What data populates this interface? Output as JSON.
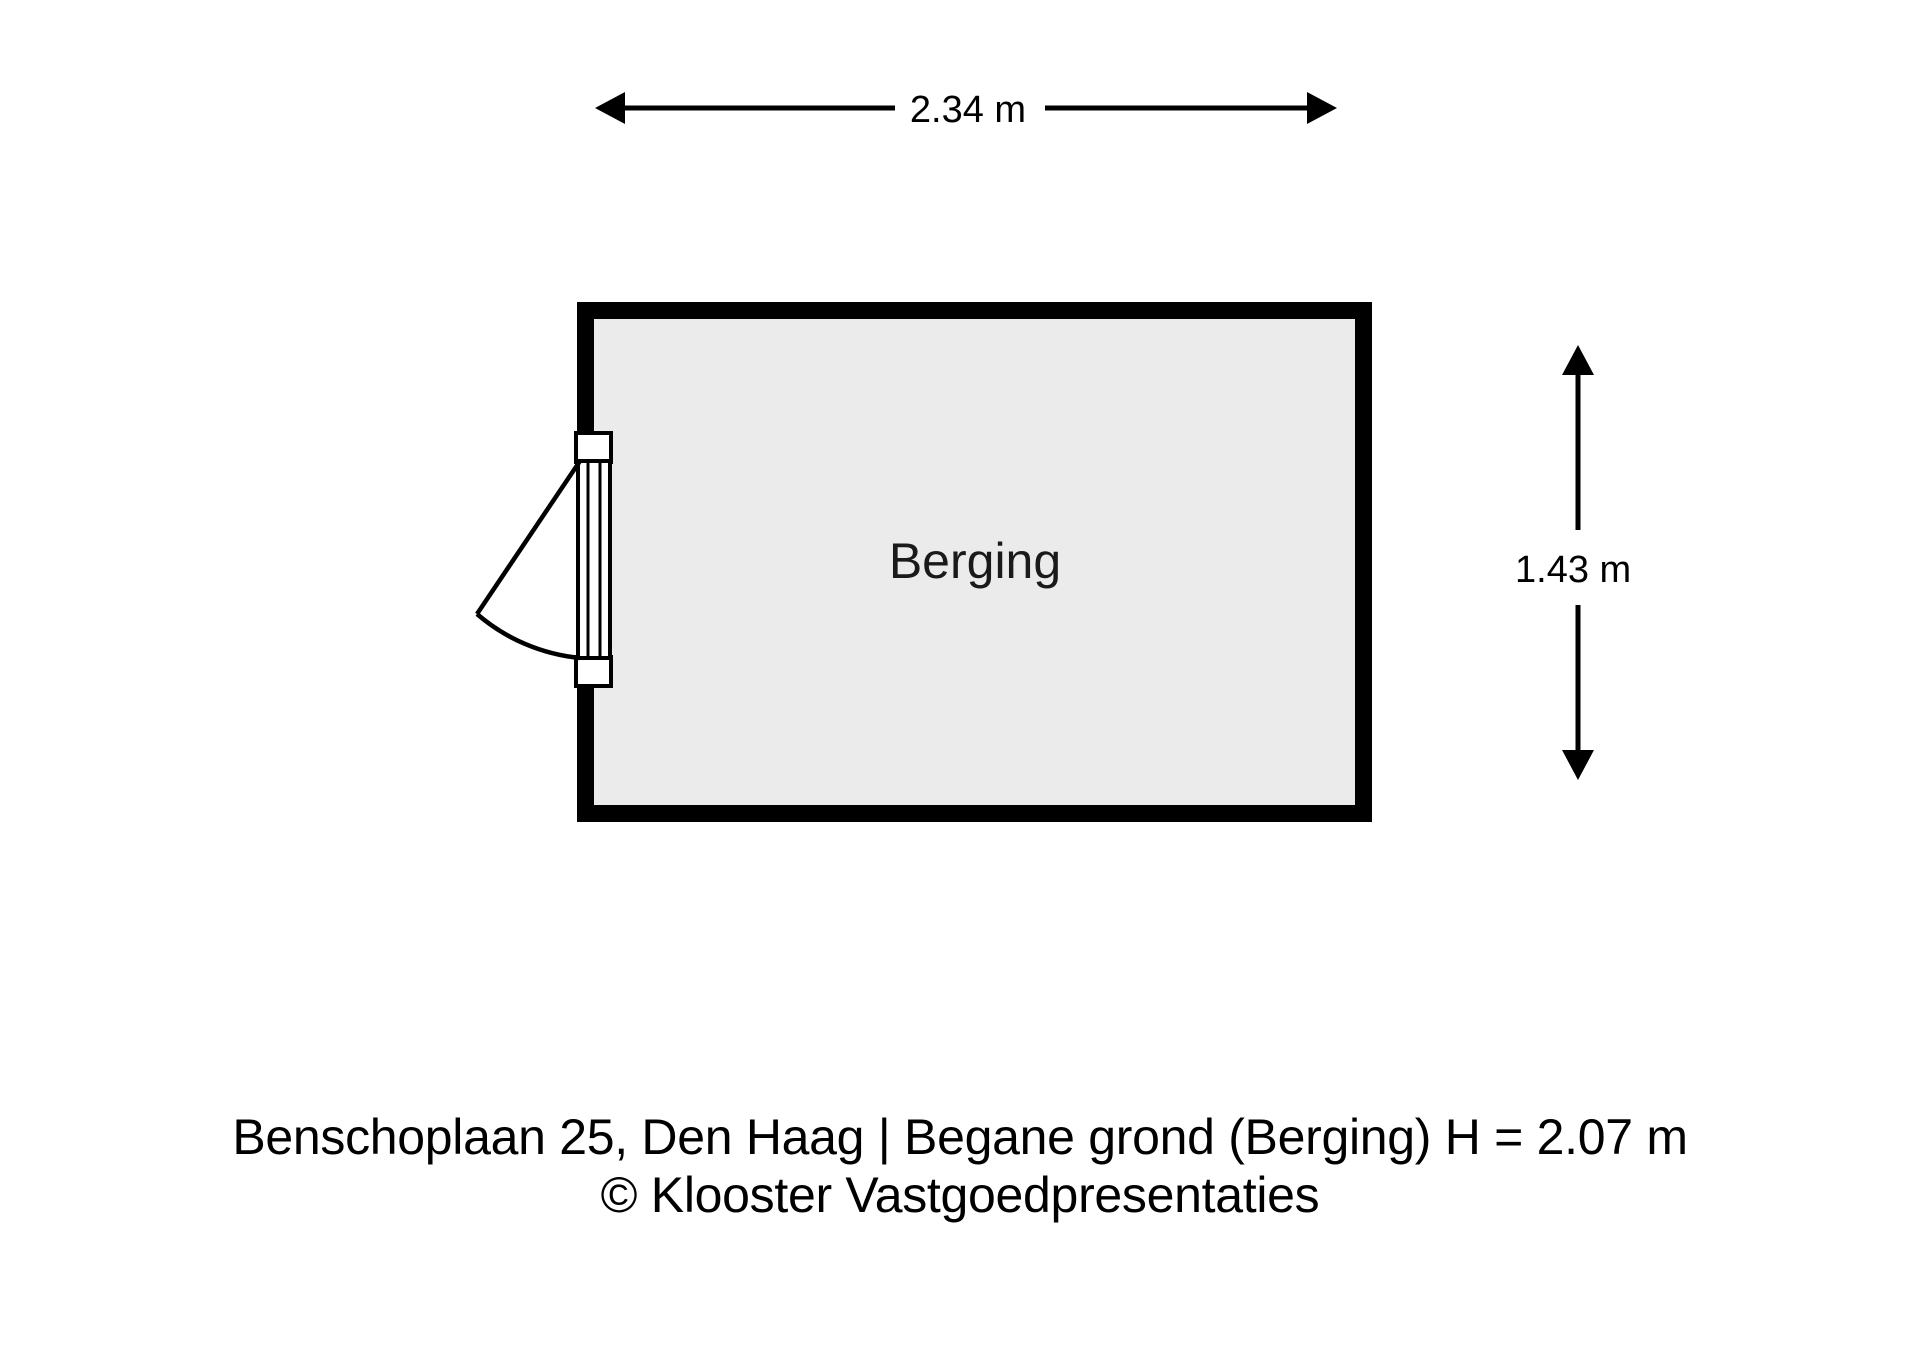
{
  "document": {
    "type": "floor-plan",
    "background_color": "#ffffff"
  },
  "plan": {
    "room": {
      "label": "Berging",
      "fill_color": "#ebebeb",
      "wall_color": "#000000"
    },
    "dimensions": {
      "width_label": "2.34 m",
      "height_label": "1.43 m"
    },
    "door": {
      "name": "swing-door",
      "swing": "outward-left"
    }
  },
  "caption": {
    "line1": "Benschoplaan 25, Den Haag | Begane grond (Berging) H = 2.07 m",
    "line2": "© Klooster Vastgoedpresentaties"
  },
  "chart_data": {
    "type": "table",
    "title": "Benschoplaan 25, Den Haag | Begane grond (Berging) H = 2.07 m",
    "rooms": [
      {
        "name": "Berging",
        "width_m": 2.34,
        "depth_m": 1.43,
        "height_m": 2.07
      }
    ]
  }
}
